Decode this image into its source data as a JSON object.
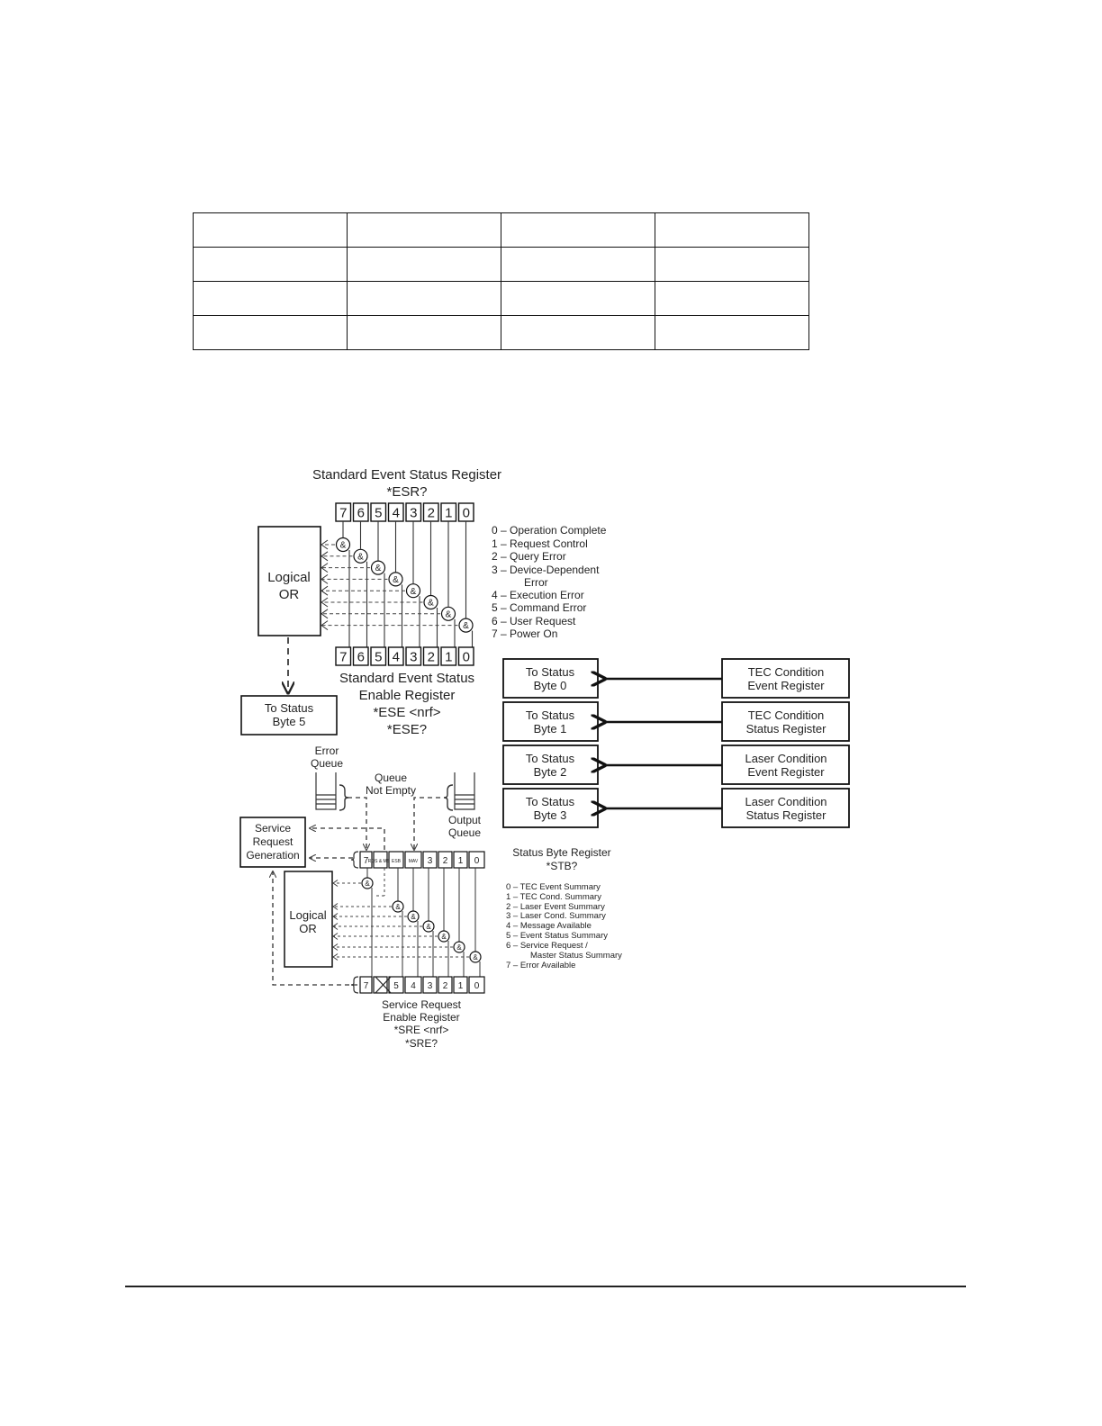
{
  "table": {
    "rows": 4,
    "cols": 4
  },
  "esr": {
    "title": "Standard Event Status Register",
    "query": "*ESR?",
    "bits": [
      "7",
      "6",
      "5",
      "4",
      "3",
      "2",
      "1",
      "0"
    ],
    "legend": [
      "0 – Operation Complete",
      "1 – Request Control",
      "2 – Query Error",
      "3 – Device-Dependent",
      "Error",
      "4 – Execution Error",
      "5 – Command Error",
      "6 – User Request",
      "7 – Power On"
    ],
    "logical_or": [
      "Logical",
      "OR"
    ],
    "enable_title": [
      "Standard Event Status",
      "Enable Register",
      "*ESE <nrf>",
      "*ESE?"
    ]
  },
  "to_status_byte_5": [
    "To Status",
    "Byte 5"
  ],
  "and_symbol": "&",
  "status_map": [
    {
      "target": [
        "To Status",
        "Byte 0"
      ],
      "source": [
        "TEC Condition",
        "Event Register"
      ]
    },
    {
      "target": [
        "To Status",
        "Byte 1"
      ],
      "source": [
        "TEC Condition",
        "Status Register"
      ]
    },
    {
      "target": [
        "To Status",
        "Byte 2"
      ],
      "source": [
        "Laser Condition",
        "Event Register"
      ]
    },
    {
      "target": [
        "To Status",
        "Byte 3"
      ],
      "source": [
        "Laser Condition",
        "Status Register"
      ]
    }
  ],
  "stb": {
    "error_queue": [
      "Error",
      "Queue"
    ],
    "queue_not_empty": [
      "Queue",
      "Not Empty"
    ],
    "output_queue": [
      "Output",
      "Queue"
    ],
    "service_request": [
      "Service",
      "Request",
      "Generation"
    ],
    "logical_or": [
      "Logical",
      "OR"
    ],
    "bits": [
      "7",
      "RQS & MSS",
      "ESB",
      "MAV",
      "3",
      "2",
      "1",
      "0"
    ],
    "title": [
      "Status Byte Register",
      "*STB?"
    ],
    "legend": [
      "0 – TEC Event Summary",
      "1 – TEC Cond. Summary",
      "2 – Laser Event Summary",
      "3 – Laser Cond. Summary",
      "4 – Message Available",
      "5 – Event Status Summary",
      "6 – Service Request /",
      "Master Status Summary",
      "7 – Error Available"
    ],
    "sre_bits": [
      "7",
      "",
      "5",
      "4",
      "3",
      "2",
      "1",
      "0"
    ],
    "sre_title": [
      "Service Request",
      "Enable Register",
      "*SRE <nrf>",
      "*SRE?"
    ]
  }
}
